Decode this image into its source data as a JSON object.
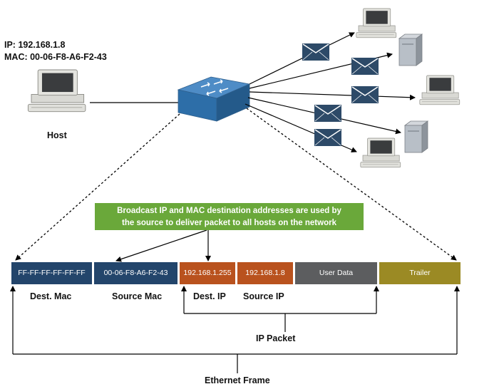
{
  "host": {
    "ip_line": "IP: 192.168.1.8",
    "mac_line": "MAC: 00-06-F8-A6-F2-43",
    "label": "Host"
  },
  "callout": {
    "line1": "Broadcast IP and MAC destination addresses are used by",
    "line2": "the source to deliver packet to all hosts on the network",
    "color": "#6aa83a"
  },
  "frame_fields": [
    {
      "value": "FF-FF-FF-FF-FF-FF",
      "label": "Dest. Mac",
      "color": "#23456b"
    },
    {
      "value": "00-06-F8-A6-F2-43",
      "label": "Source Mac",
      "color": "#23456b"
    },
    {
      "value": "192.168.1.255",
      "label": "Dest. IP",
      "color": "#b9521e"
    },
    {
      "value": "192.168.1.8",
      "label": "Source IP",
      "color": "#b9521e"
    },
    {
      "value": "User Data",
      "label": "",
      "color": "#5c5d5f"
    },
    {
      "value": "Trailer",
      "label": "",
      "color": "#9b8a24"
    }
  ],
  "brackets": {
    "ip_packet": "IP Packet",
    "ethernet_frame": "Ethernet Frame"
  },
  "icons": {
    "switch": "network-switch-icon",
    "host": "desktop-computer-icon",
    "server": "server-tower-icon",
    "message": "envelope-icon"
  }
}
